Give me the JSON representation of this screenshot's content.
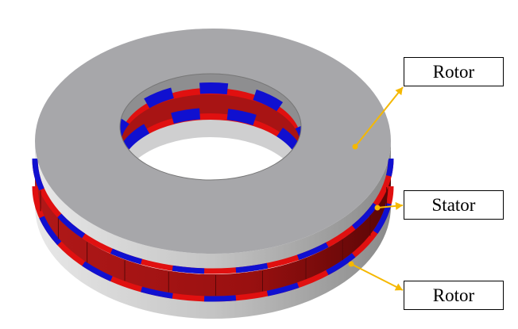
{
  "labels": {
    "rotor_top": "Rotor",
    "stator": "Stator",
    "rotor_bottom": "Rotor"
  },
  "colors": {
    "rotor": "#a7a7aa",
    "stator": "#9e1010",
    "magnet_north": "#e01010",
    "magnet_south": "#1010d0",
    "leader": "#f5b800"
  }
}
